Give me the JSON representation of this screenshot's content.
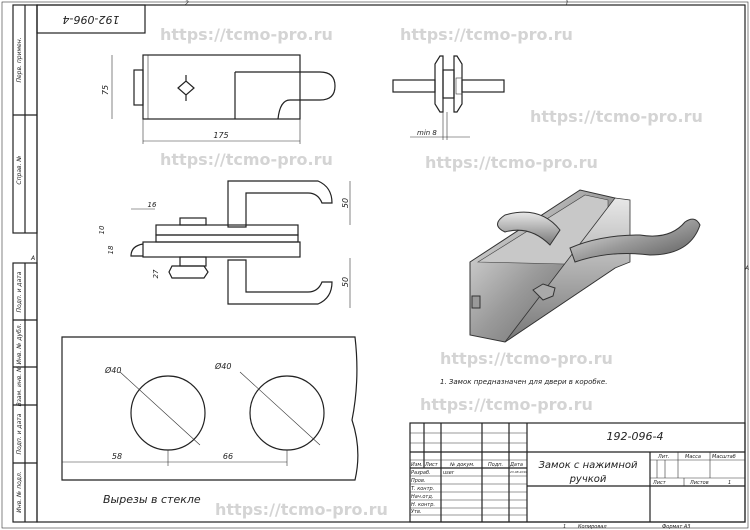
{
  "watermark": "https://tcmo-pro.ru",
  "zone_marks": {
    "top_left": "2",
    "top_right": "1",
    "left": "A",
    "right": "A"
  },
  "doc_code_rotated": "192-096-4",
  "side_strip": [
    "Перв. примен.",
    "Справ. №",
    "Подп. и дата",
    "Инв. № дубл.",
    "Взам. инв. №",
    "Подп. и дата",
    "Инв. № подл."
  ],
  "dims": {
    "top_height": "75",
    "top_length": "175",
    "min_gap": "min 8",
    "d16": "16",
    "d10": "10",
    "d18": "18",
    "d27": "27",
    "d50_top": "50",
    "d50_bottom": "50",
    "hole1": "Ø40",
    "hole2": "Ø40",
    "d58": "58",
    "d66": "66"
  },
  "glass_caption": "Вырезы в стекле",
  "note": "1. Замок предназначен для двери в коробке.",
  "title_block": {
    "code": "192-096-4",
    "title_line1": "Замок с нажимной",
    "title_line2": "ручкой",
    "col_izm": "Изм.",
    "col_list": "Лист",
    "col_doc": "№ докум.",
    "col_sign": "Подп.",
    "col_date": "Дата",
    "rows": [
      "Разраб.",
      "Пров.",
      "Т. контр.",
      "Нач.отд.",
      "Н. контр.",
      "Утв."
    ],
    "developer": "user",
    "date": "23.08.2019",
    "lit": "Лит.",
    "mass": "Масса",
    "scale": "Масштаб",
    "sheet": "Лист",
    "sheets": "Листов",
    "sheets_value": "1",
    "copied_num": "1",
    "copied": "Копировал",
    "format": "Формат А3"
  }
}
